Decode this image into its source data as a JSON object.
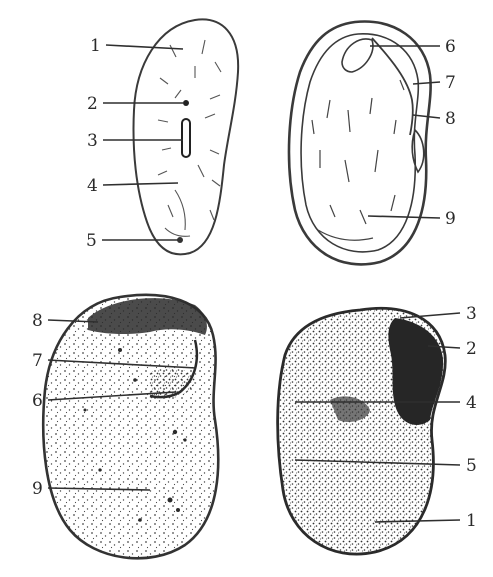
{
  "figures": [
    {
      "id": "seed-external-top-left",
      "labels": [
        "1",
        "2",
        "3",
        "4",
        "5"
      ]
    },
    {
      "id": "seed-dissected-top-right",
      "labels": [
        "6",
        "7",
        "8",
        "9"
      ]
    },
    {
      "id": "seed-bottom-left",
      "labels": [
        "8",
        "7",
        "6",
        "9"
      ]
    },
    {
      "id": "seed-bottom-right",
      "labels": [
        "3",
        "2",
        "4",
        "5",
        "1"
      ]
    }
  ],
  "colors": {
    "ink": "#3a3a3a",
    "stipple": "#4a4a4a",
    "dark_region": "#2b2b2b",
    "paper": "#ffffff"
  }
}
